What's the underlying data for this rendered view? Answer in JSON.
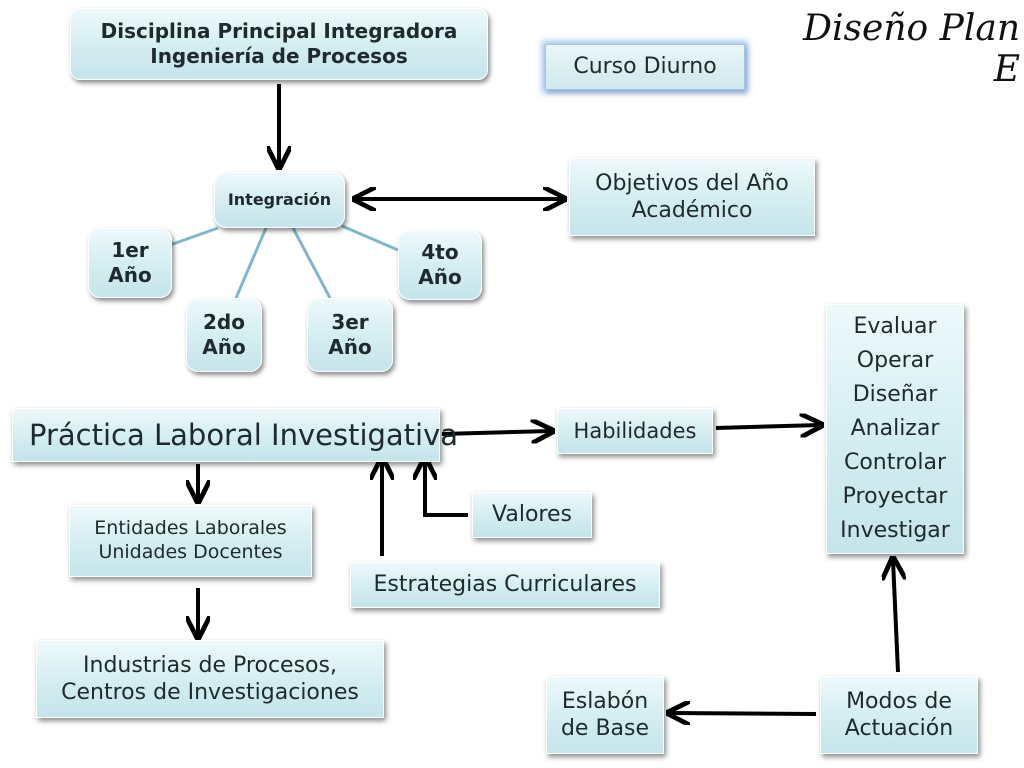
{
  "title": "Diseño Plan E",
  "nodes": {
    "disciplina": [
      "Disciplina Principal Integradora",
      "Ingeniería de Procesos"
    ],
    "curso": "Curso Diurno",
    "integracion": "Integración",
    "objetivos": [
      "Objetivos del Año",
      "Académico"
    ],
    "anio1": [
      "1er",
      "Año"
    ],
    "anio2": [
      "2do",
      "Año"
    ],
    "anio3": [
      "3er",
      "Año"
    ],
    "anio4": [
      "4to",
      "Año"
    ],
    "practica": "Práctica Laboral Investigativa",
    "habilidades": "Habilidades",
    "evaluar": [
      "Evaluar",
      "Operar",
      "Diseñar",
      "Analizar",
      "Controlar",
      "Proyectar",
      "Investigar"
    ],
    "entidades": [
      "Entidades Laborales",
      "Unidades Docentes"
    ],
    "valores": "Valores",
    "estrategias": "Estrategias Curriculares",
    "industrias": [
      "Industrias de Procesos,",
      "Centros de Investigaciones"
    ],
    "eslabon": [
      "Eslabón",
      "de Base"
    ],
    "modos": [
      "Modos de",
      "Actuación"
    ]
  },
  "colors": {
    "box_fill": "#d3edf1",
    "arrow": "#000000",
    "connector": "#7fb8cc",
    "glow": "#5a96dc"
  }
}
